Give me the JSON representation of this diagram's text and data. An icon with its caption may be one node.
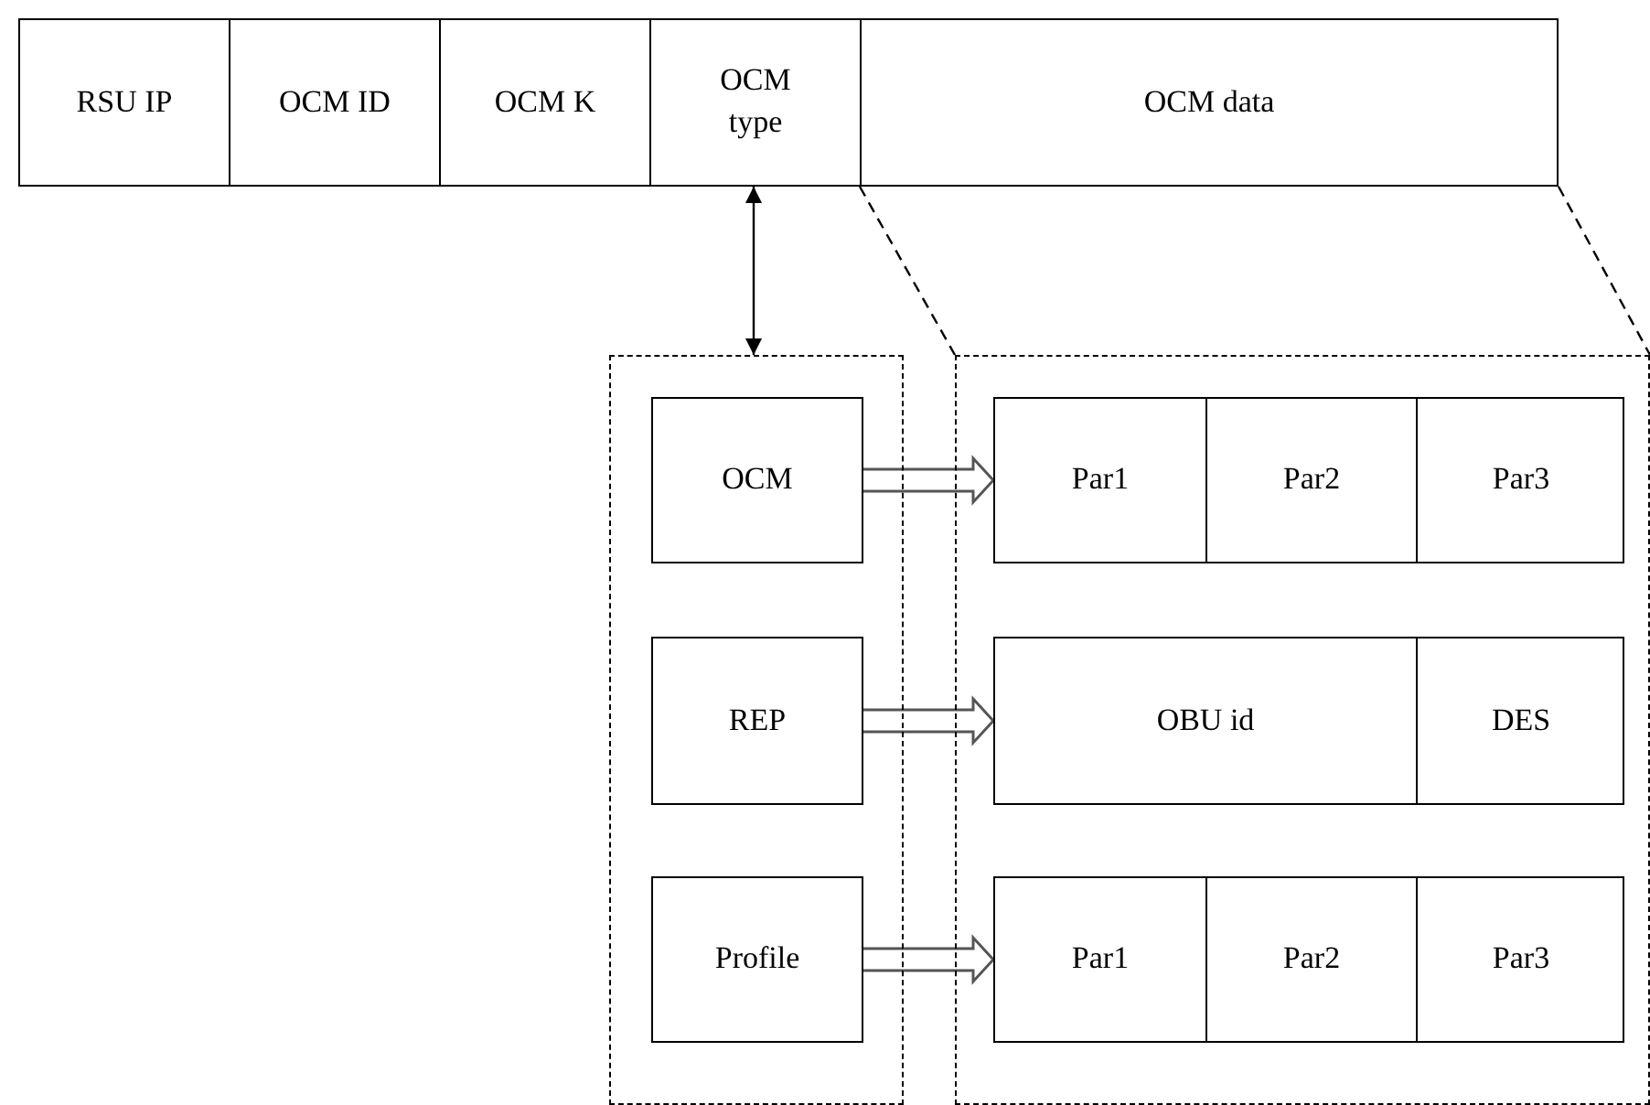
{
  "diagram": {
    "nodes": [
      {
        "text": [
          "RSU IP"
        ]
      },
      {
        "text": [
          "OCM ID"
        ]
      },
      {
        "text": [
          "OCM K"
        ]
      },
      {
        "text": [
          "OCM type"
        ]
      },
      {
        "text": [
          "OCM data"
        ]
      },
      {
        "text": [],
        "shape": "box"
      },
      {
        "text": [
          "OCM"
        ],
        "in": 5
      },
      {
        "text": [
          "REP"
        ],
        "in": 5
      },
      {
        "text": [
          "Profile"
        ],
        "in": 5
      },
      {
        "text": [],
        "shape": "box"
      },
      {
        "text": [],
        "shape": "box",
        "in": 9
      },
      {
        "text": [
          "Par1"
        ],
        "in": 10
      },
      {
        "text": [
          "Par2"
        ],
        "in": 10
      },
      {
        "text": [
          "Par3"
        ],
        "in": 10
      },
      {
        "text": [],
        "shape": "box",
        "in": 9
      },
      {
        "text": [
          "OBU id"
        ],
        "in": 14
      },
      {
        "text": [
          "DES"
        ],
        "in": 14
      },
      {
        "text": [],
        "shape": "box",
        "in": 9
      },
      {
        "text": [
          "Par1"
        ],
        "in": 17
      },
      {
        "text": [
          "Par2"
        ],
        "in": 17
      },
      {
        "text": [
          "Par3"
        ],
        "in": 17
      }
    ],
    "edges": [
      {
        "from": 3,
        "to": 5,
        "arrow": "both"
      },
      {
        "from": 6,
        "to": 10,
        "arrow": "to",
        "style": "thick"
      },
      {
        "from": 7,
        "to": 14,
        "arrow": "to",
        "style": "thick"
      },
      {
        "from": 8,
        "to": 17,
        "arrow": "to",
        "style": "thick"
      },
      {
        "from": 4,
        "to": 9,
        "arrow": "none",
        "style": "dashed"
      },
      {
        "from": 4,
        "to": 9,
        "arrow": "none",
        "style": "dashed"
      }
    ]
  }
}
